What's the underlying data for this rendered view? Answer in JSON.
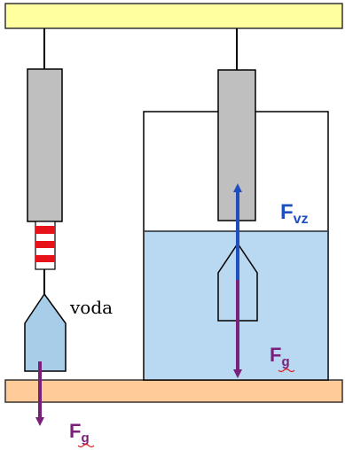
{
  "labels": {
    "voda": "voda",
    "fg_left": {
      "main": "F",
      "sub": "g"
    },
    "fg_right": {
      "main": "F",
      "sub": "g"
    },
    "fvz": {
      "main": "F",
      "sub": "vz"
    }
  },
  "colors": {
    "top_bar": "#ffffa0",
    "base_bar": "#ffcc99",
    "water": "#b9d8f2",
    "body": "#a8cde8",
    "cylinder": "#bfbfbf",
    "spring_red": "#e8131a",
    "arrow_purple": "#7a1f7a",
    "arrow_blue": "#1f4fbf",
    "underline": "#e01010"
  }
}
